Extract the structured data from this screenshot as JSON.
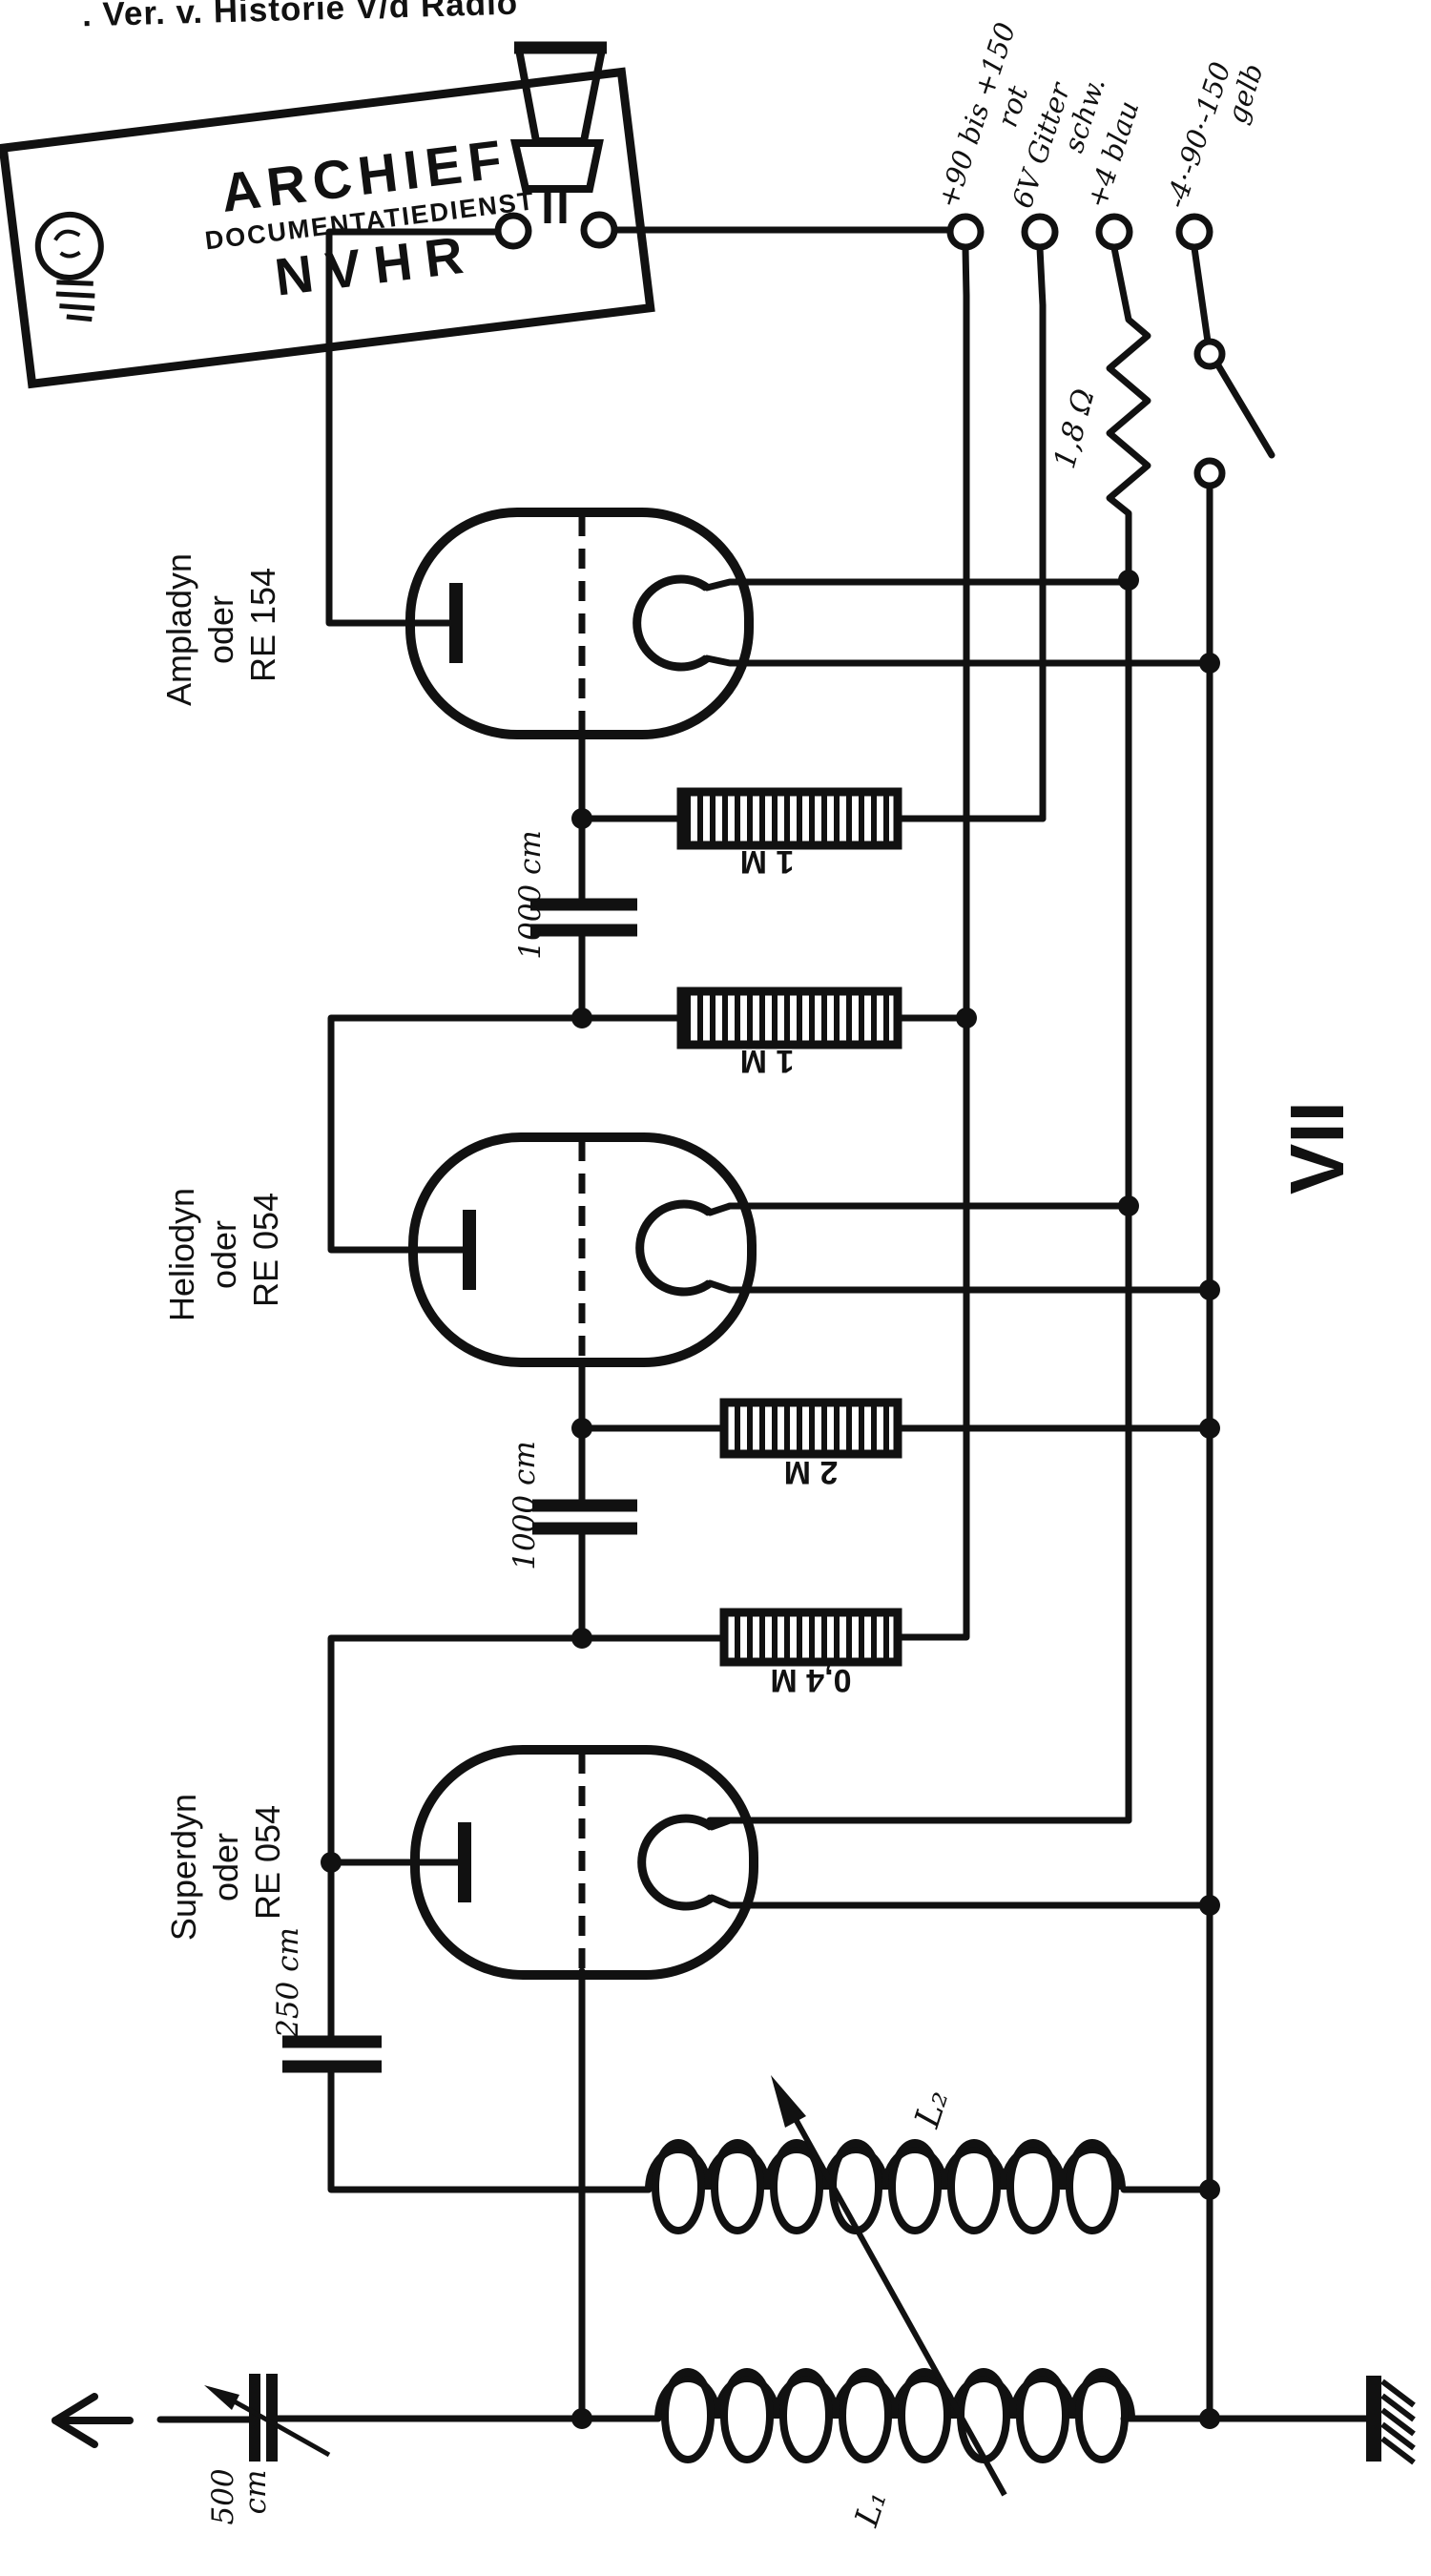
{
  "title_header": ". Ver. v. Historie V/d Radio",
  "stamp": {
    "line1": "ARCHIEF",
    "line2": "DOCUMENTATIEDIENST",
    "line3": "NVHR"
  },
  "figure_number": "VII",
  "terminals": [
    {
      "label": "+90 bis +150",
      "sub": "rot"
    },
    {
      "label": "6V Gitter",
      "sub": "schw."
    },
    {
      "label": "+4 blau",
      "sub": ""
    },
    {
      "label": "-4·-90·-150",
      "sub": "gelb"
    }
  ],
  "tubes": [
    {
      "name": "Ampladyn",
      "alt": "oder",
      "type": "RE 154"
    },
    {
      "name": "Heliodyn",
      "alt": "oder",
      "type": "RE 054"
    },
    {
      "name": "Superdyn",
      "alt": "oder",
      "type": "RE 054"
    }
  ],
  "resistors": {
    "filament": "1,8 Ω",
    "grid_leak_1": "1 M",
    "anode_load_2": "1 M",
    "grid_leak_2": "2 M",
    "anode_load_3": "0,4 M"
  },
  "capacitors": {
    "coupling_1": "1000 cm",
    "coupling_2": "1000 cm",
    "grid": "250 cm",
    "tuning_line1": "500",
    "tuning_line2": "cm"
  },
  "coils": {
    "l1": "L₁",
    "l2": "L₂"
  },
  "colors": {
    "ink": "#111111",
    "paper": "#ffffff"
  }
}
